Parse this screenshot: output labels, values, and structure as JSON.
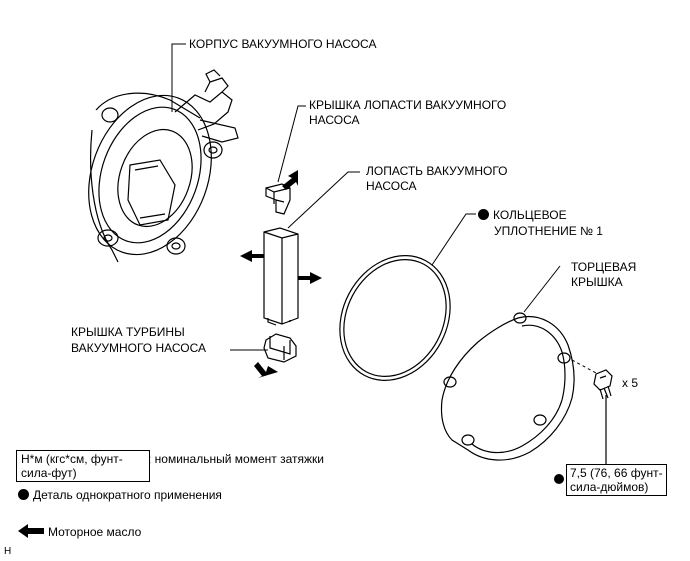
{
  "labels": {
    "pump_body": "КОРПУС ВАКУУМНОГО НАСОСА",
    "vane_cap_1": "КРЫШКА ЛОПАСТИ ВАКУУМНОГО",
    "vane_cap_2": "НАСОСА",
    "vane_1": "ЛОПАСТЬ ВАКУУМНОГО",
    "vane_2": "НАСОСА",
    "oring_1": "КОЛЬЦЕВОЕ",
    "oring_2": "УПЛОТНЕНИЕ № 1",
    "end_cover_1": "ТОРЦЕВАЯ",
    "end_cover_2": "КРЫШКА",
    "rotor_cap_1": "КРЫШКА ТУРБИНЫ",
    "rotor_cap_2": "ВАКУУМНОГО НАСОСА",
    "bolt_count": "x 5",
    "torque_1": "7,5 (76, 66 фунт-",
    "torque_2": "сила-дюймов)"
  },
  "legend": {
    "unit_box_1": "Н*м (кгс*см, фунт-",
    "unit_box_2": "сила-фут)",
    "torque_desc": ": номинальный момент затяжки",
    "non_reusable": "Деталь однократного применения",
    "engine_oil": "Моторное масло"
  },
  "corner_mark": "H",
  "colors": {
    "line": "#000000",
    "fill": "#ffffff"
  },
  "icons": [
    "non-reusable-dot-icon",
    "oil-arrow-icon"
  ]
}
